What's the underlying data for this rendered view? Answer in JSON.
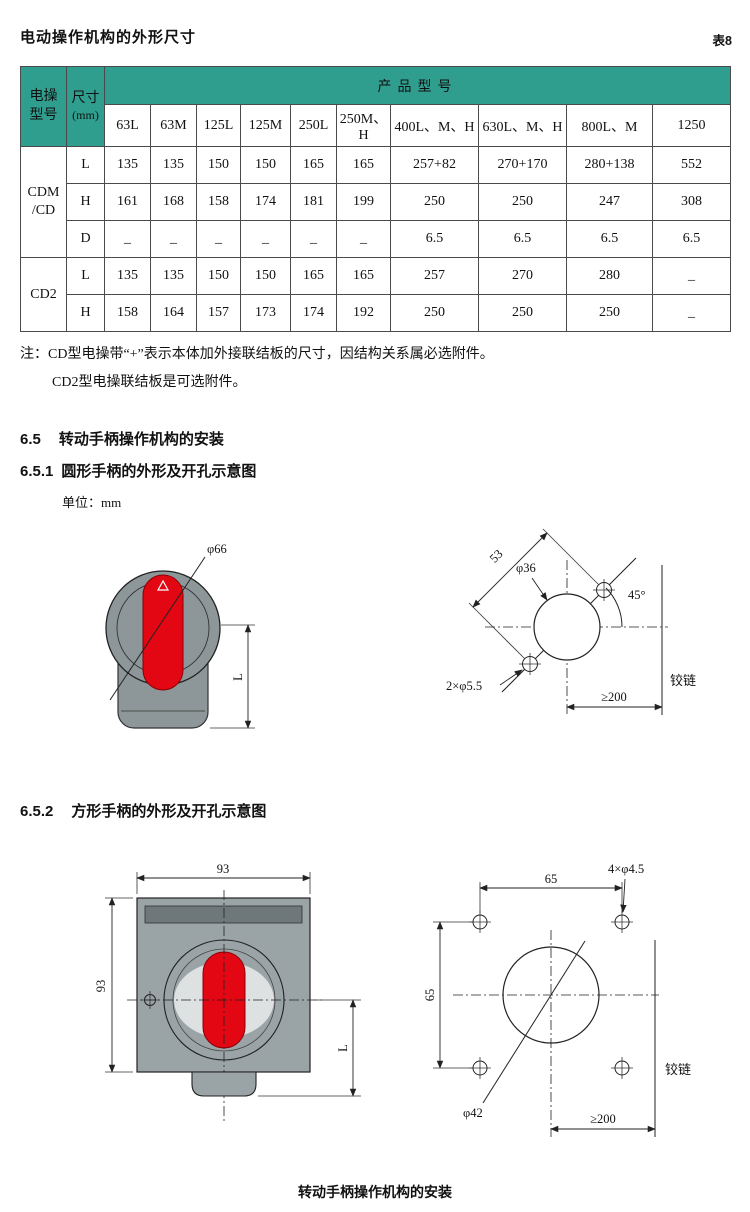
{
  "page": {
    "title": "电动操作机构的外形尺寸",
    "table_label": "表8",
    "footer_caption": "转动手柄操作机构的安装"
  },
  "table": {
    "header": {
      "model_type": "电操\n型号",
      "size": "尺寸",
      "size_unit": "(mm)",
      "product_model": "产品型号",
      "models": [
        "63L",
        "63M",
        "125L",
        "125M",
        "250L",
        "250M、H",
        "400L、M、H",
        "630L、M、H",
        "800L、M",
        "1250"
      ]
    },
    "groups": [
      {
        "name": "CDM\n/CD",
        "rows": [
          {
            "dim": "L",
            "values": [
              "135",
              "135",
              "150",
              "150",
              "165",
              "165",
              "257+82",
              "270+170",
              "280+138",
              "552"
            ]
          },
          {
            "dim": "H",
            "values": [
              "161",
              "168",
              "158",
              "174",
              "181",
              "199",
              "250",
              "250",
              "247",
              "308"
            ]
          },
          {
            "dim": "D",
            "values": [
              "_",
              "_",
              "_",
              "_",
              "_",
              "_",
              "6.5",
              "6.5",
              "6.5",
              "6.5"
            ]
          }
        ]
      },
      {
        "name": "CD2",
        "rows": [
          {
            "dim": "L",
            "values": [
              "135",
              "135",
              "150",
              "150",
              "165",
              "165",
              "257",
              "270",
              "280",
              "_"
            ]
          },
          {
            "dim": "H",
            "values": [
              "158",
              "164",
              "157",
              "173",
              "174",
              "192",
              "250",
              "250",
              "250",
              "_"
            ]
          }
        ]
      }
    ]
  },
  "notes": {
    "line1": "注：CD型电操带“+”表示本体加外接联结板的尺寸，因结构关系属必选附件。",
    "line2": "CD2型电操联结板是可选附件。"
  },
  "sections": {
    "s65_num": "6.5",
    "s65_title": "转动手柄操作机构的安装",
    "s651_num": "6.5.1",
    "s651_title": "圆形手柄的外形及开孔示意图",
    "unit_label": "单位：mm",
    "s652_num": "6.5.2",
    "s652_title": "方形手柄的外形及开孔示意图"
  },
  "round_drawing": {
    "dia_handle": "φ66",
    "length": "L",
    "hole_spacing": "53",
    "dia_center": "φ36",
    "angle": "45°",
    "small_holes": "2×φ5.5",
    "hinge": "铰链",
    "min_distance": "≥200"
  },
  "square_drawing": {
    "width": "93",
    "height": "93",
    "length": "L",
    "hole_spacing_h": "65",
    "hole_spacing_v": "65",
    "small_holes": "4×φ4.5",
    "dia_center": "φ42",
    "hinge": "铰链",
    "min_distance": "≥200"
  },
  "colors": {
    "header_teal": "#2f9e8f",
    "handle_red": "#e30613",
    "body_gray": "#8d9799"
  }
}
